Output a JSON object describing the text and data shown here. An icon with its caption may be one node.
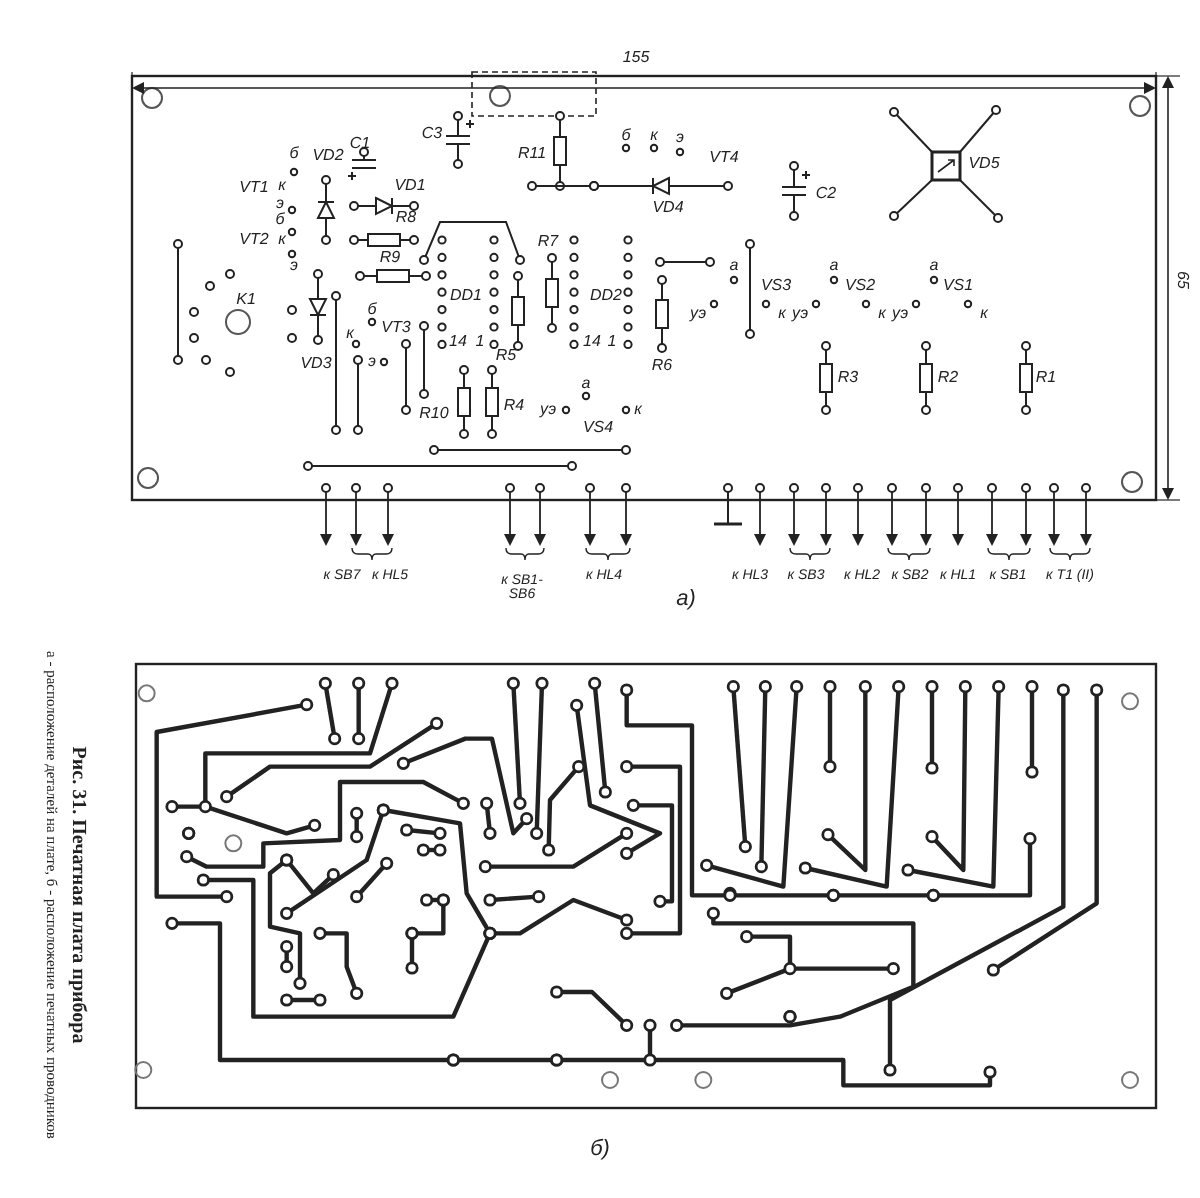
{
  "diagram": {
    "title": "Рис. 31. Печатная плата прибора",
    "caption": "а - расположение деталей на плате, б - расположение печатных проводников",
    "labels": [
      "155",
      "б",
      "VD2",
      "C1",
      "C3",
      "R11",
      "б",
      "к",
      "э",
      "VT4",
      "VD5",
      "VT1",
      "к",
      "VD1",
      "C2",
      "э",
      "VD4",
      "б",
      "R8",
      "VT2",
      "к",
      "R7",
      "R9",
      "э",
      "а",
      "VS3",
      "а",
      "VS2",
      "а",
      "VS1",
      "65",
      "K1",
      "DD1",
      "DD2",
      "б",
      "уэ",
      "к",
      "уэ",
      "к",
      "уэ",
      "к",
      "VT3",
      "к",
      "14",
      "1",
      "14",
      "1",
      "R5",
      "э",
      "VD3",
      "R6",
      "R3",
      "R2",
      "R1",
      "а",
      "R4",
      "уэ",
      "к",
      "R10",
      "VS4",
      "к SB7",
      "к HL5",
      "к SB1-SB6",
      "к HL4",
      "к HL3",
      "к SB3",
      "к HL2",
      "к SB2",
      "к HL1",
      "к SB1",
      "к T1 (II)",
      "а)",
      "б)"
    ]
  }
}
